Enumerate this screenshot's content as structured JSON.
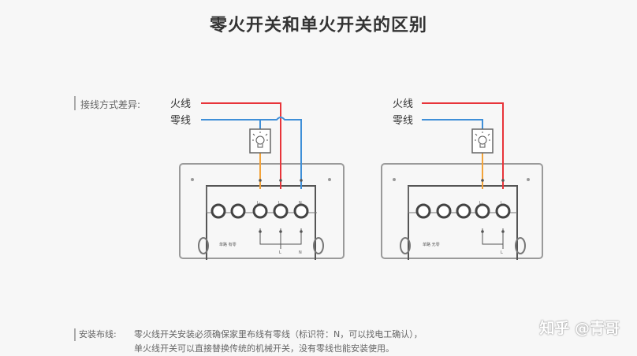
{
  "title": "零火开关和单火开关的区别",
  "diff_label": "接线方式差异:",
  "left": {
    "fire_label": "火线",
    "zero_label": "零线",
    "terminals": [
      "L₁",
      "L",
      "N"
    ],
    "bottom_marks": [
      "L",
      "N"
    ],
    "panel_text": "单路 有零"
  },
  "right": {
    "fire_label": "火线",
    "zero_label": "零线",
    "terminals": [
      "L₁",
      "L"
    ],
    "bottom_marks": [
      "L"
    ],
    "panel_text": "单路 无零"
  },
  "note": {
    "head": "安装布线:",
    "line1": "零火线开关安装必须确保家里布线有零线（标识符：N，可以找电工确认），",
    "line2": "单火线开关可以直接替换传统的机械开关，没有零线也能安装使用。"
  },
  "watermark": "知乎 @青哥",
  "colors": {
    "fire": "#e8343a",
    "zero": "#3f8fd8",
    "load": "#f2a33a",
    "panel": "#9a9a9a",
    "background": "#f7f7f7"
  }
}
